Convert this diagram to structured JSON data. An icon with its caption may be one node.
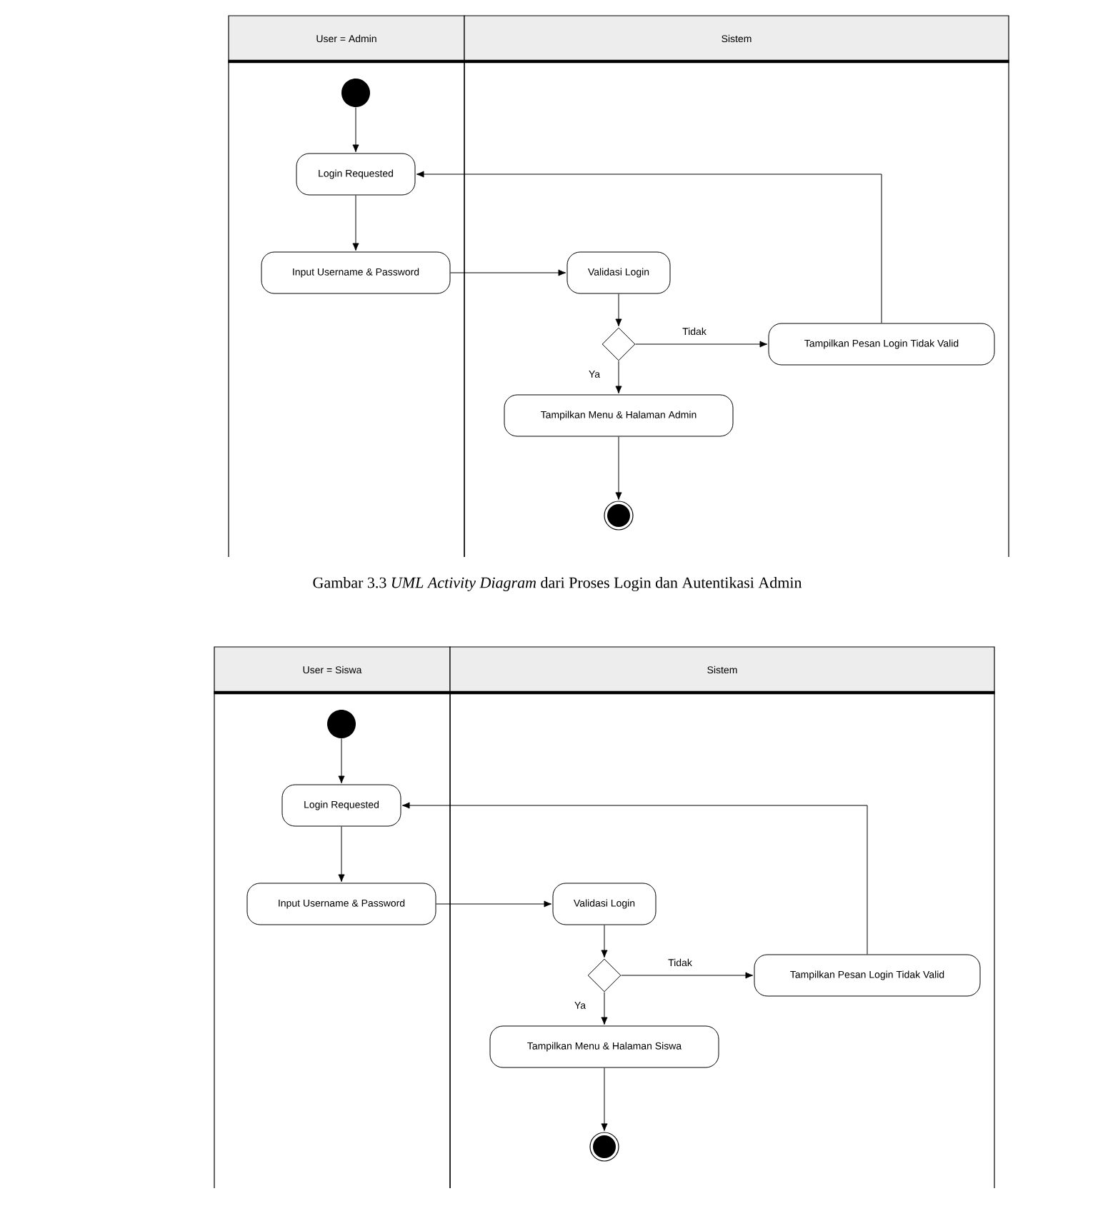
{
  "diagram": {
    "caption": "Gambar 3.3 *UML Activity Diagram* dari Proses Login dan Autentikasi Admin",
    "nodes": [
      {
        "text": [
          "User = Admin"
        ]
      },
      {
        "text": [
          "Sistem"
        ]
      },
      {
        "text": [],
        "shape": "circle",
        "in": 0
      },
      {
        "text": [
          "Login Requested"
        ],
        "in": 0
      },
      {
        "text": [
          "Input Username & Password"
        ],
        "in": 0
      },
      {
        "text": [
          "Validasi Login"
        ],
        "in": 1
      },
      {
        "text": [],
        "shape": "diamond",
        "in": 1
      },
      {
        "text": [
          "Tampilkan Pesan Login Tidak Valid"
        ],
        "in": 1
      },
      {
        "text": [
          "Tampilkan Menu & Halaman Admin"
        ],
        "in": 1
      },
      {
        "text": [],
        "shape": "bullseye",
        "in": 1
      },
      {
        "text": [
          "User = Siswa"
        ]
      },
      {
        "text": [
          "Sistem"
        ]
      },
      {
        "text": [],
        "shape": "circle",
        "in": 10
      },
      {
        "text": [
          "Login Requested"
        ],
        "in": 10
      },
      {
        "text": [
          "Input Username & Password"
        ],
        "in": 10
      },
      {
        "text": [
          "Validasi Login"
        ],
        "in": 11
      },
      {
        "text": [],
        "shape": "diamond",
        "in": 11
      },
      {
        "text": [
          "Tampilkan Pesan Login Tidak Valid"
        ],
        "in": 11
      },
      {
        "text": [
          "Tampilkan Menu & Halaman Siswa"
        ],
        "in": 11
      },
      {
        "text": [],
        "shape": "bullseye",
        "in": 11
      }
    ],
    "edges": [
      {
        "from": 2,
        "to": 3,
        "arrow": "to"
      },
      {
        "from": 3,
        "to": 4,
        "arrow": "to"
      },
      {
        "from": 4,
        "to": 5,
        "arrow": "to"
      },
      {
        "from": 5,
        "to": 6,
        "arrow": "to"
      },
      {
        "from": 6,
        "to": 7,
        "arrow": "to",
        "label": "Tidak"
      },
      {
        "from": 6,
        "to": 8,
        "arrow": "to",
        "label": "Ya"
      },
      {
        "from": 7,
        "to": 3,
        "arrow": "to"
      },
      {
        "from": 8,
        "to": 9,
        "arrow": "to"
      },
      {
        "from": 12,
        "to": 13,
        "arrow": "to"
      },
      {
        "from": 13,
        "to": 14,
        "arrow": "to"
      },
      {
        "from": 14,
        "to": 15,
        "arrow": "to"
      },
      {
        "from": 15,
        "to": 16,
        "arrow": "to"
      },
      {
        "from": 16,
        "to": 17,
        "arrow": "to",
        "label": "Tidak"
      },
      {
        "from": 16,
        "to": 18,
        "arrow": "to",
        "label": "Ya"
      },
      {
        "from": 17,
        "to": 13,
        "arrow": "to"
      },
      {
        "from": 18,
        "to": 19,
        "arrow": "to"
      }
    ]
  }
}
